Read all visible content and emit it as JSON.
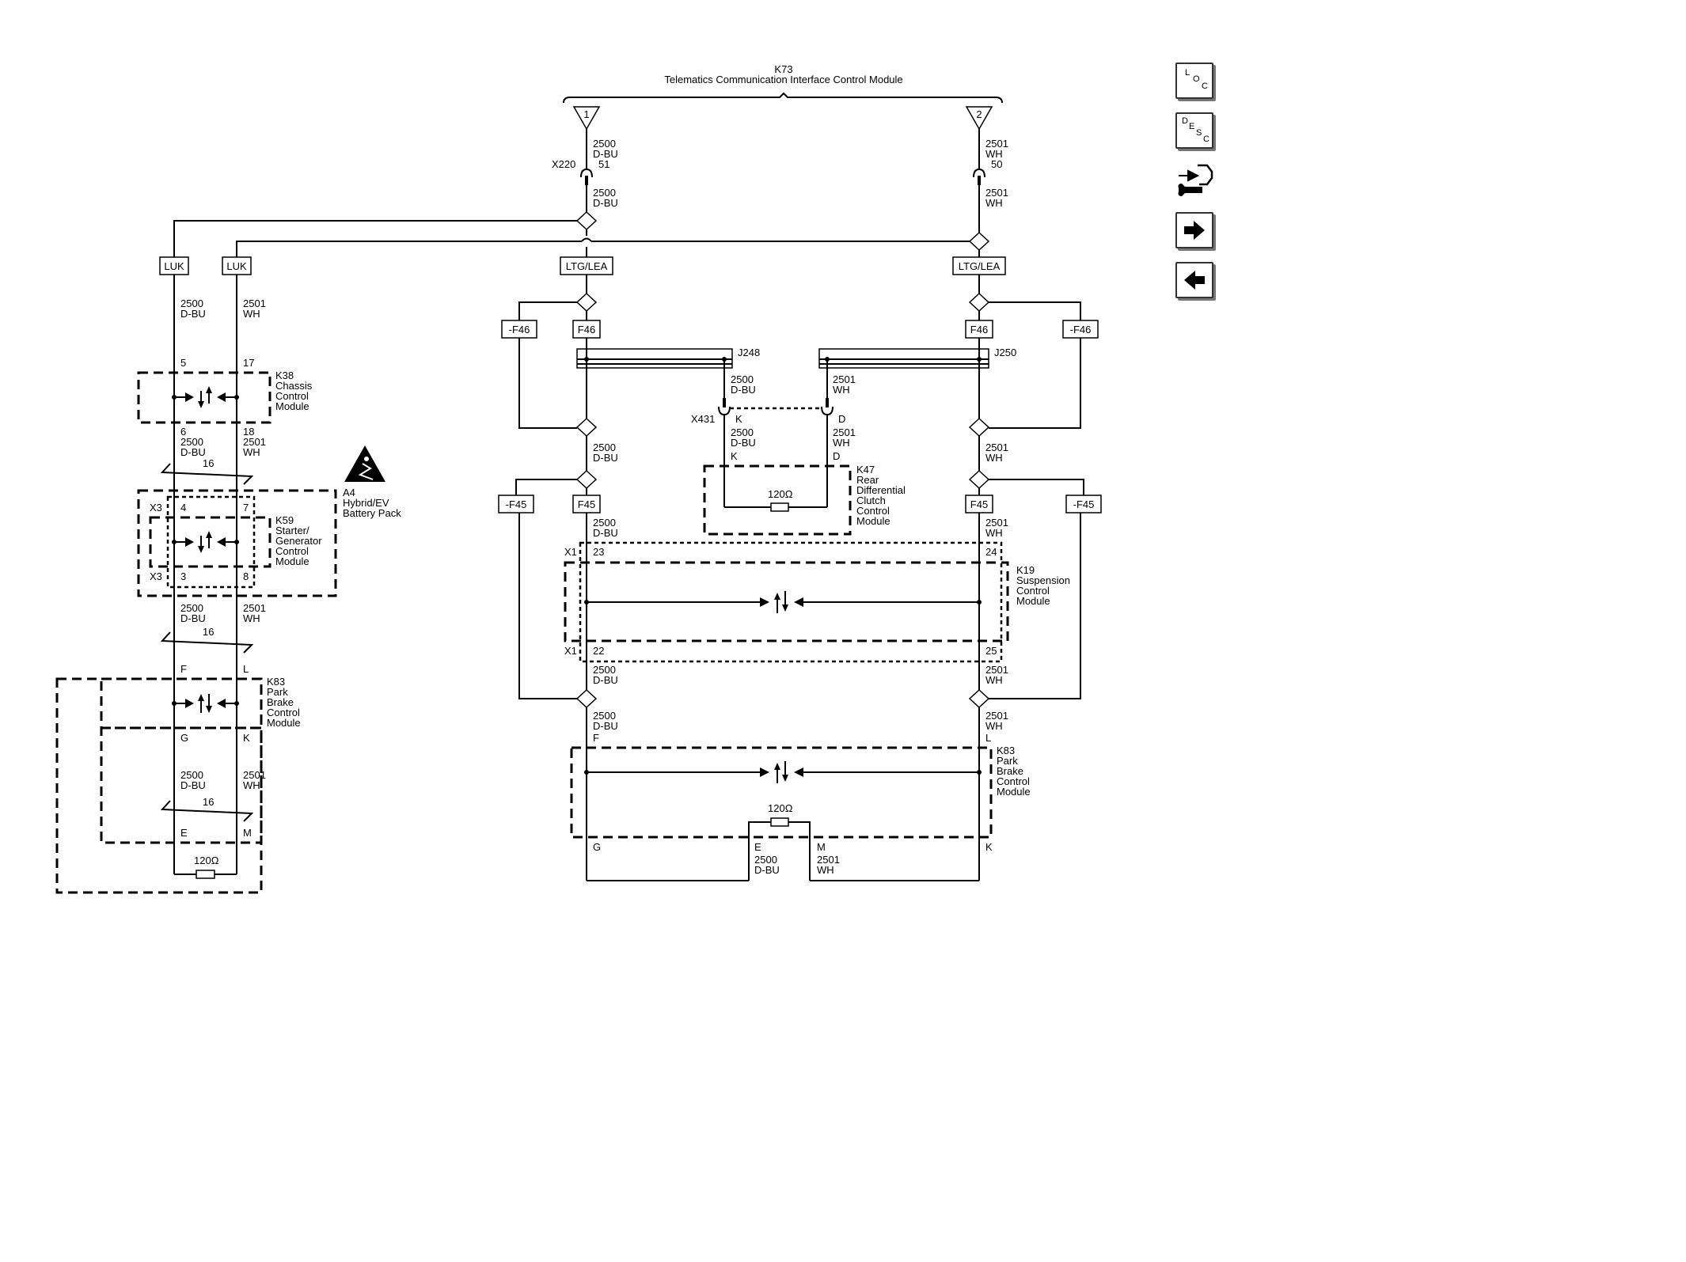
{
  "diagram": {
    "title_id": "K73",
    "title_name": "Telematics Communication Interface Control Module",
    "pins": [
      "1",
      "2"
    ],
    "x220": "X220",
    "wires": {
      "c2500": "2500",
      "c2501": "2501",
      "dbu": "D-BU",
      "wh": "WH"
    },
    "pin51": "51",
    "pin50": "50",
    "luk": "LUK",
    "ltglea": "LTG/LEA",
    "f46": "F46",
    "nf46": "-F46",
    "f45": "F45",
    "nf45": "-F45",
    "j248": "J248",
    "j250": "J250",
    "x431": "X431",
    "x1": "X1",
    "x3": "X3",
    "twist": "16",
    "ohm": "120Ω",
    "modules": {
      "k38": [
        "K38",
        "Chassis",
        "Control",
        "Module"
      ],
      "k59": [
        "K59",
        "Starter/",
        "Generator",
        "Control",
        "Module"
      ],
      "a4": [
        "A4",
        "Hybrid/EV",
        "Battery Pack"
      ],
      "k83": [
        "K83",
        "Park",
        "Brake",
        "Control",
        "Module"
      ],
      "k47": [
        "K47",
        "Rear",
        "Differential",
        "Clutch",
        "Control",
        "Module"
      ],
      "k19": [
        "K19",
        "Suspension",
        "Control",
        "Module"
      ]
    },
    "pinlabels": {
      "k38": [
        "5",
        "17",
        "6",
        "18"
      ],
      "k59": [
        "4",
        "7",
        "3",
        "8"
      ],
      "k83_left": [
        "F",
        "L",
        "G",
        "K",
        "E",
        "M"
      ],
      "k47": [
        "K",
        "D",
        "K",
        "D"
      ],
      "k19": [
        "23",
        "24",
        "22",
        "25"
      ],
      "k83_right": [
        "F",
        "L",
        "G",
        "K",
        "E",
        "M"
      ]
    }
  },
  "nav": {
    "loc": [
      "L",
      "O",
      "C"
    ],
    "desc": [
      "D",
      "E",
      "S",
      "C"
    ],
    "icons": [
      "connector-wrench-icon",
      "arrow-right-icon",
      "arrow-left-icon"
    ]
  }
}
